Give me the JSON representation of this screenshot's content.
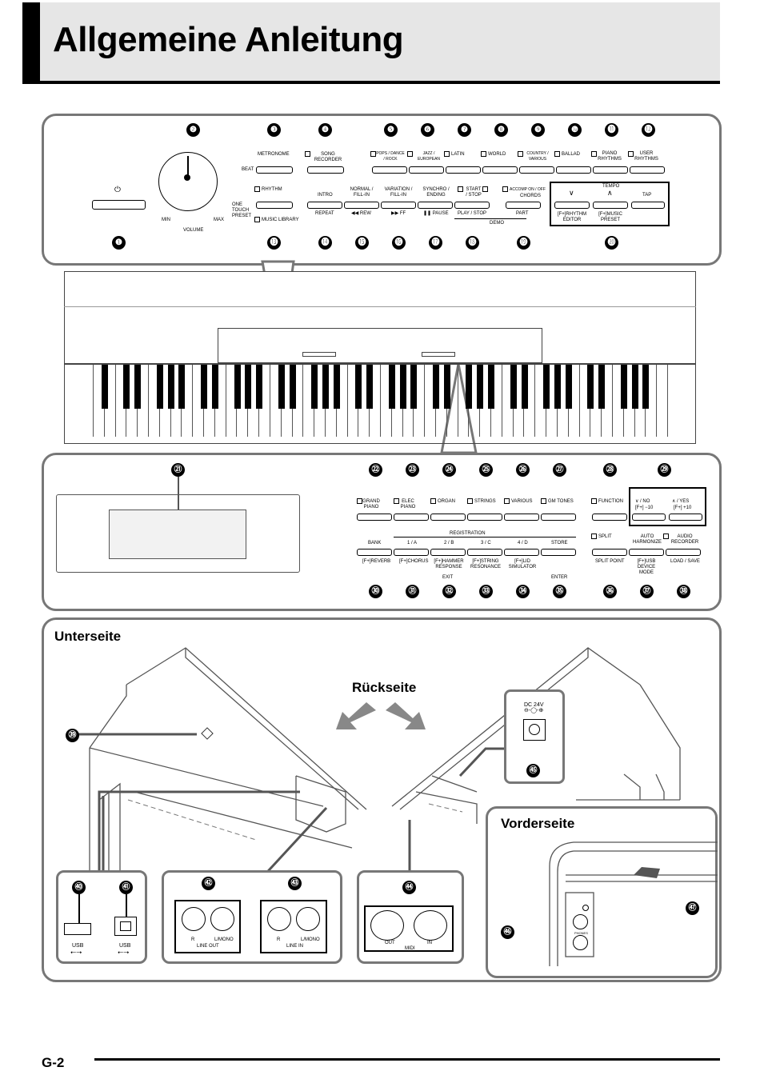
{
  "header": {
    "title": "Allgemeine Anleitung"
  },
  "top_panel": {
    "numbers": [
      "❶",
      "❷",
      "❸",
      "❹",
      "❺",
      "❻",
      "❼",
      "❽",
      "❾",
      "❿",
      "⓫",
      "⓬",
      "⓭",
      "⓮",
      "⓯",
      "⓰",
      "⓱",
      "⓲",
      "⓳",
      "⓴"
    ],
    "labels": {
      "volume": "VOLUME",
      "min": "MIN",
      "max": "MAX",
      "metronome": "METRONOME",
      "beat": "BEAT",
      "song_recorder": "SONG RECORDER",
      "pops_dance_rock": "POPS / DANCE / ROCK",
      "jazz_european": "JAZZ / EUROPEAN",
      "latin": "LATIN",
      "world": "WORLD",
      "country_various": "COUNTRY / VARIOUS",
      "ballad": "BALLAD",
      "piano_rhythms": "PIANO RHYTHMS",
      "user_rhythms": "USER RHYTHMS",
      "rhythm": "RHYTHM",
      "one_touch_preset": "ONE TOUCH PRESET",
      "music_library": "MUSIC LIBRARY",
      "intro": "INTRO",
      "repeat": "REPEAT",
      "normal_fillin": "NORMAL / FILL-IN",
      "rew": "◀◀ REW",
      "variation_fillin": "VARIATION / FILL-IN",
      "ff": "▶▶ FF",
      "synchro_ending": "SYNCHRO / ENDING",
      "pause": "❚❚ PAUSE",
      "start_stop": "START / STOP",
      "play_stop": "PLAY / STOP",
      "demo": "DEMO",
      "accomp_on_off": "ACCOMP ON / OFF",
      "chords": "CHORDS",
      "part": "PART",
      "tempo": "TEMPO",
      "tap": "TAP",
      "rhythm_editor": "[F+]RHYTHM EDITOR",
      "music_preset": "[F+]MUSIC PRESET"
    }
  },
  "lower_panel": {
    "numbers": [
      "㉑",
      "㉒",
      "㉓",
      "㉔",
      "㉕",
      "㉖",
      "㉗",
      "㉘",
      "㉙",
      "㉚",
      "㉛",
      "㉜",
      "㉝",
      "㉞",
      "㉟",
      "㊱",
      "㊲",
      "㊳"
    ],
    "tones": [
      "GRAND PIANO",
      "ELEC PIANO",
      "ORGAN",
      "STRINGS",
      "VARIOUS",
      "GM TONES"
    ],
    "registration": "REGISTRATION",
    "reg_buttons": [
      "BANK",
      "1 / A",
      "2 / B",
      "3 / C",
      "4 / D",
      "STORE"
    ],
    "reg_sub": [
      "[F+]REVERB",
      "[F+]CHORUS",
      "[F+]HAMMER RESPONSE",
      "[F+]STRING RESONANCE",
      "[F+]LID SIMULATOR",
      ""
    ],
    "exit": "EXIT",
    "enter": "ENTER",
    "function": "FUNCTION",
    "no": "∨ / NO",
    "yes": "∧ / YES",
    "minus10": "[F+] −10",
    "plus10": "[F+] +10",
    "split": "SPLIT",
    "auto_harmonize": "AUTO HARMONIZE",
    "audio_recorder": "AUDIO RECORDER",
    "split_point": "SPLIT POINT",
    "usb_device_mode": "[F+]USB DEVICE MODE",
    "load_save": "LOAD / SAVE"
  },
  "bottom": {
    "unterseite": "Unterseite",
    "rueckseite": "Rückseite",
    "vorderseite": "Vorderseite",
    "dc": "DC 24V",
    "numbers": [
      "㊴",
      "㊵",
      "㊶",
      "㊷",
      "㊸",
      "㊹",
      "㊺",
      "㊻",
      "㊼"
    ],
    "usb": "USB",
    "r": "R",
    "l_mono": "L/MONO",
    "line_out": "LINE OUT",
    "line_in": "LINE IN",
    "out": "OUT",
    "in": "IN",
    "midi": "MIDI",
    "phones": "PHONES"
  },
  "footer": {
    "page": "G-2"
  }
}
